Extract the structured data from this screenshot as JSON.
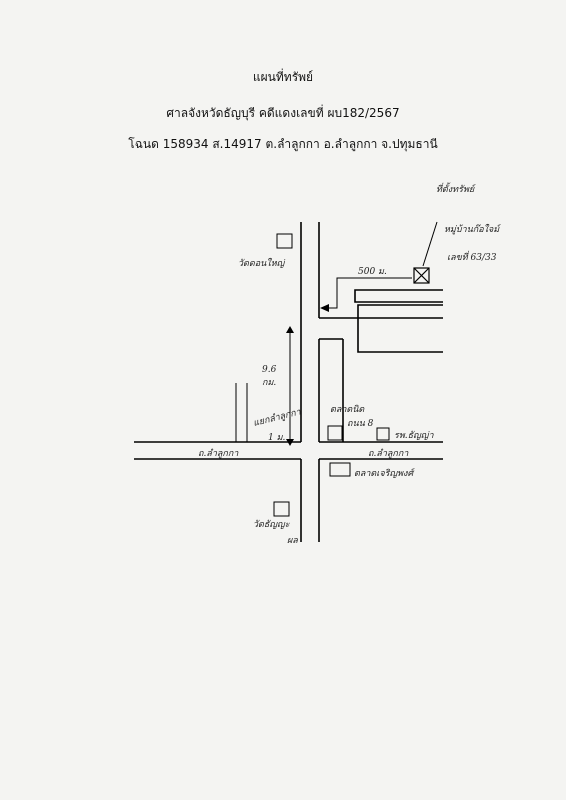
{
  "header": {
    "title": "แผนที่ทรัพย์",
    "court_case": "ศาลจังหวัดธัญบุรี คดีแดงเลขที่ ผบ182/2567",
    "deed_info": "โฉนด 158934 ส.14917 ต.ลำลูกกา อ.ลำลูกกา จ.ปทุมธานี"
  },
  "map": {
    "property_label": [
      "ที่ตั้งทรัพย์",
      "หมู่บ้านก๊อใจม์",
      "เลขที่ 63/33"
    ],
    "distance_east": "500 ม.",
    "distance_south": [
      "9.6",
      "กม."
    ],
    "temple_north": "วัดดอนใหญ่",
    "temple_south": [
      "วัดธัญญะ",
      "ผล"
    ],
    "market": [
      "ตลาดนิด",
      "ถนน 8"
    ],
    "hospital": "รพ.ธัญญ่า",
    "school": "ตลาดเจริญพงศ์",
    "junction_label": [
      "แยกลำลูกกา",
      "1 ม."
    ],
    "road_west": "ถ.ลำลูกกา",
    "road_east": "ถ.ลำลูกกา"
  }
}
